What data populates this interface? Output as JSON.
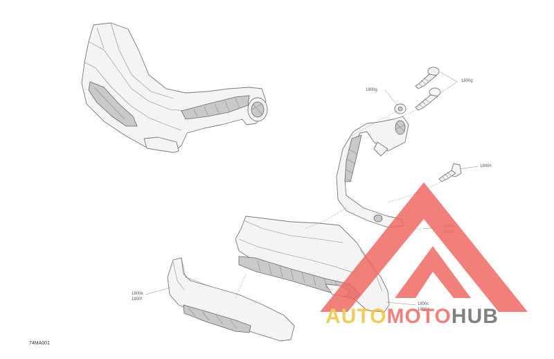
{
  "diagram": {
    "figure_code": "74MA001",
    "callouts": {
      "c1800g_top": "1800g",
      "c1800g_left": "1800g",
      "c1800h": "1800h",
      "c1800a": "1800a",
      "c1800b": "1800b",
      "c1800e": "1800e",
      "c1800f": "1800f",
      "c1800c": "1800c",
      "c1800d": "1800d"
    }
  },
  "watermark": {
    "brand_part1": "AUTO",
    "brand_part2": "MOTO",
    "brand_part3": "HUB",
    "colors": {
      "red": "#f06b63",
      "yellow": "#f2c23c",
      "gray": "#6a6a6a"
    }
  }
}
